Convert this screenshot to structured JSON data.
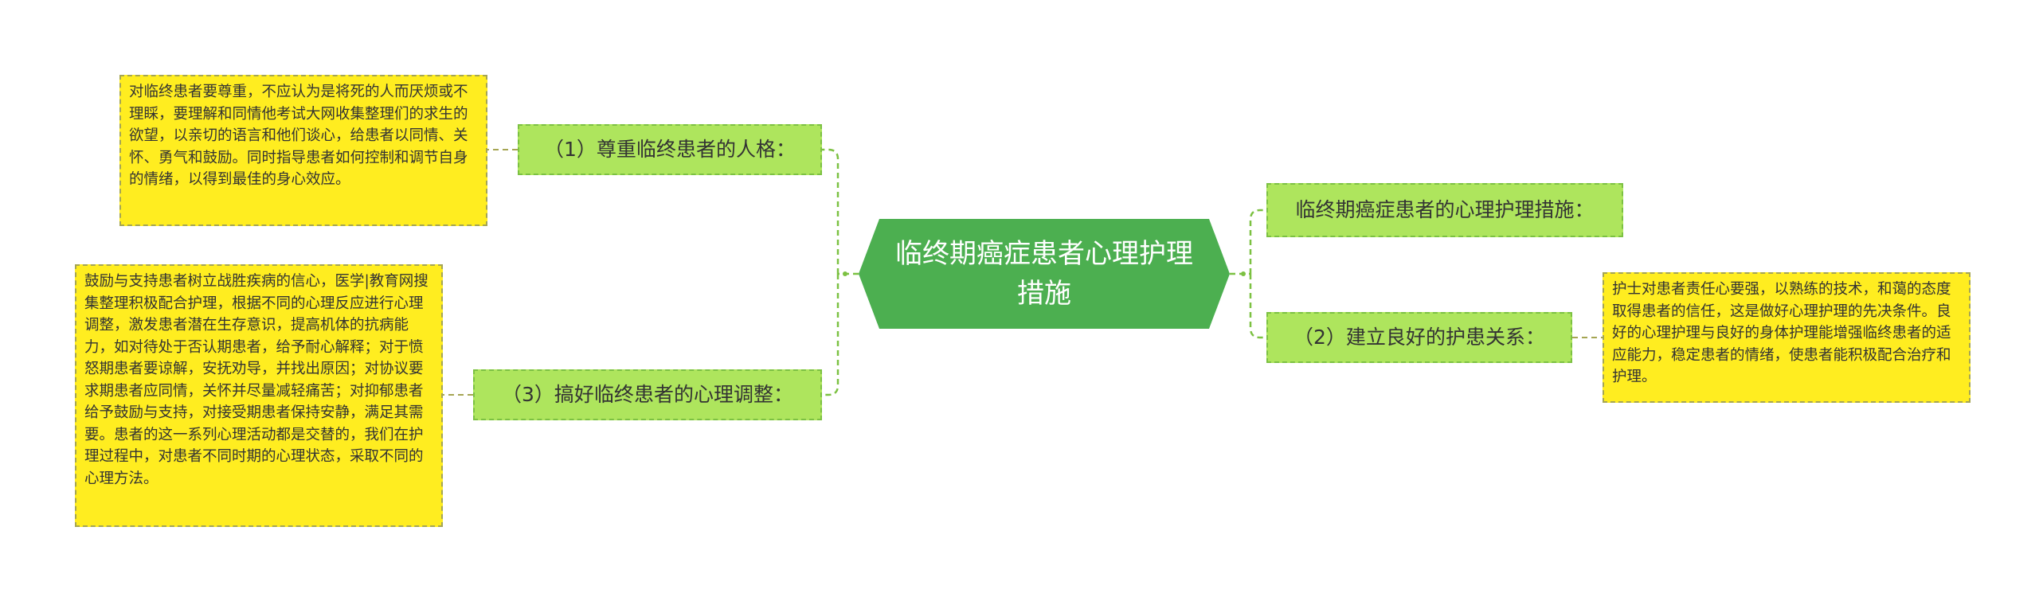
{
  "central": {
    "title": "临终期癌症患者心理护理措施"
  },
  "branches": {
    "b1": {
      "label": "（1）尊重临终患者的人格："
    },
    "b2": {
      "label": "（3）搞好临终患者的心理调整："
    },
    "b3": {
      "label": "临终期癌症患者的心理护理措施："
    },
    "b4": {
      "label": "（2）建立良好的护患关系："
    }
  },
  "notes": {
    "n1": {
      "text": "对临终患者要尊重，不应认为是将死的人而厌烦或不理睬，要理解和同情他考试大网收集整理们的求生的欲望，以亲切的语言和他们谈心，给患者以同情、关怀、勇气和鼓励。同时指导患者如何控制和调节自身的情绪，以得到最佳的身心效应。"
    },
    "n2": {
      "text": "鼓励与支持患者树立战胜疾病的信心，医学|教育网搜集整理积极配合护理，根据不同的心理反应进行心理调整，激发患者潜在生存意识，提高机体的抗病能力，如对待处于否认期患者，给予耐心解释；对于愤怒期患者要谅解，安抚劝导，并找出原因；对协议要求期患者应同情，关怀并尽量减轻痛苦；对抑郁患者给予鼓励与支持，对接受期患者保持安静，满足其需要。患者的这一系列心理活动都是交替的，我们在护理过程中，对患者不同时期的心理状态，采取不同的心理方法。"
    },
    "n4": {
      "text": "护士对患者责任心要强，以熟练的技术，和蔼的态度取得患者的信任，这是做好心理护理的先决条件。良好的心理护理与良好的身体护理能增强临终患者的适应能力，稳定患者的情绪，使患者能积极配合治疗和护理。"
    }
  },
  "colors": {
    "central_fill": "#4caf50",
    "branch_fill": "#aee55d",
    "branch_border": "#7cc142",
    "note_fill": "#ffed20",
    "note_border": "#a5a553",
    "link": "#7cc142"
  }
}
